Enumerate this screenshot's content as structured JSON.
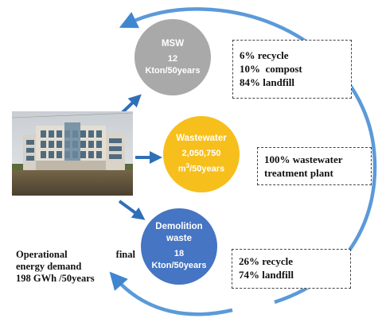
{
  "building": {
    "icon": "office-building-photo"
  },
  "energy_demand": {
    "line1": "Operational   final",
    "line2": "energy demand",
    "line3": "198 GWh /50years"
  },
  "nodes": {
    "msw": {
      "title": "MSW",
      "line1": "12",
      "line2": "Kton/50years",
      "color": "#a9a9a9"
    },
    "wastewater": {
      "title": "Wastewater",
      "line1": "2,050,750",
      "line2_base": "m",
      "line2_sup": "3",
      "line2_rest": "/50years",
      "color": "#f7bf1c"
    },
    "demolition": {
      "title_line1": "Demolition",
      "title_line2": "waste",
      "line1": "18",
      "line2": "Kton/50years",
      "color": "#4575c3"
    }
  },
  "boxes": {
    "msw": [
      "6% recycle",
      "10%  compost",
      "84% landfill"
    ],
    "wastewater": [
      "100% wastewater",
      "treatment plant"
    ],
    "demolition": [
      "26% recycle",
      "74% landfill"
    ]
  },
  "colors": {
    "arrow": "#4a90d6",
    "arrow_dark": "#2f6fb8"
  }
}
